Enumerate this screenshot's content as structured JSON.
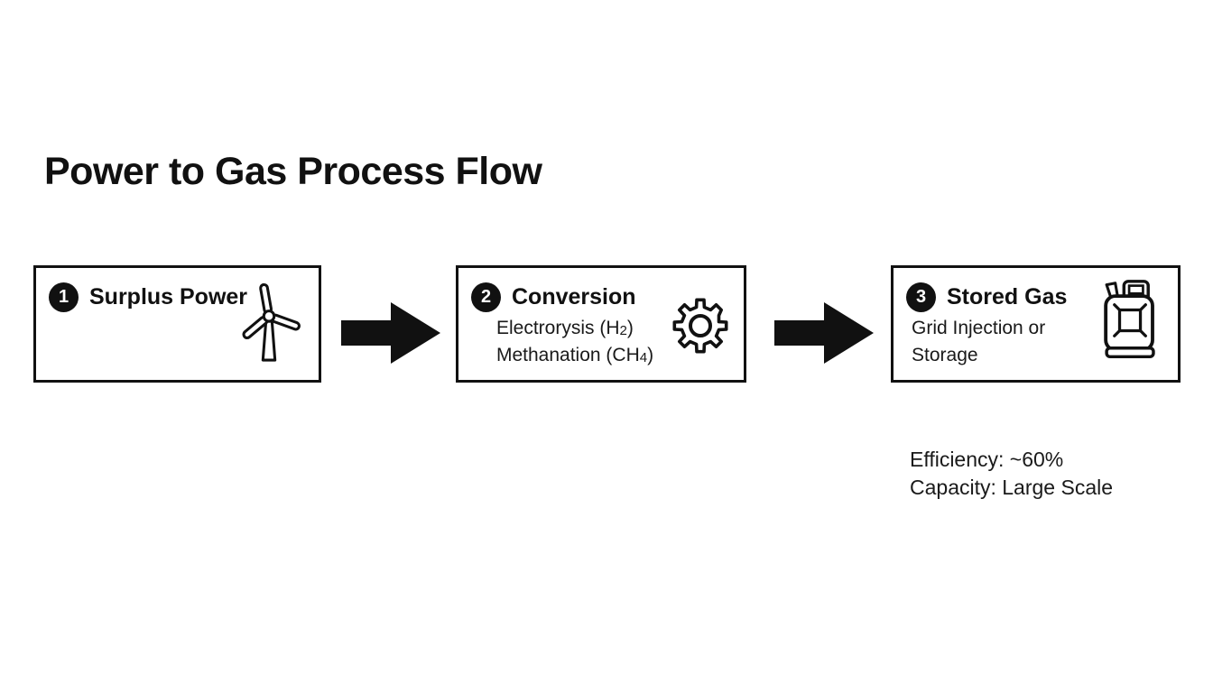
{
  "title": "Power to Gas Process Flow",
  "colors": {
    "ink": "#111111",
    "background": "#ffffff"
  },
  "steps": [
    {
      "number": "1",
      "label": "Surplus Power",
      "icon": "wind-turbine-icon",
      "body": []
    },
    {
      "number": "2",
      "label": "Conversion",
      "icon": "gear-icon",
      "body": [
        {
          "pre": "Electrorysis (H",
          "sub": "2",
          "post": ")"
        },
        {
          "pre": "Methanation (CH",
          "sub": "4",
          "post": ")"
        }
      ]
    },
    {
      "number": "3",
      "label": "Stored Gas",
      "icon": "gas-canister-icon",
      "body": [
        {
          "pre": "Grid Injection or",
          "sub": "",
          "post": ""
        },
        {
          "pre": "Storage",
          "sub": "",
          "post": ""
        }
      ]
    }
  ],
  "notes": [
    "Efficiency: ~60%",
    "Capacity: Large Scale"
  ]
}
